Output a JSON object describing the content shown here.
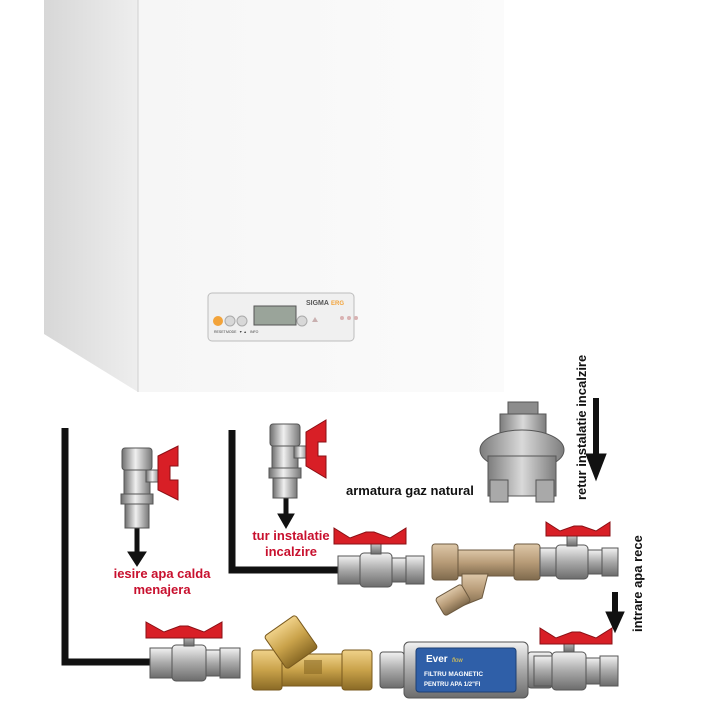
{
  "boiler": {
    "brand": "SIGMA",
    "brand_suffix": "ERG",
    "button_labels": [
      "RESET",
      "MODE",
      "▼ ▲",
      "INFO"
    ]
  },
  "labels": {
    "hot_water_out_line1": "iesire apa calda",
    "hot_water_out_line2": "menajera",
    "heating_flow_line1": "tur instalatie",
    "heating_flow_line2": "incalzire",
    "gas_fitting": "armatura gaz natural",
    "heating_return": "retur instalatie incalzire",
    "cold_water_in": "intrare apa rece"
  },
  "filter": {
    "brand": "Ever",
    "brand_sub": "flow",
    "line1": "FILTRU MAGNETIC",
    "line2": "PENTRU APA 1/2\"FI"
  },
  "colors": {
    "label_red": "#c8102e",
    "valve_handle": "#d81f26",
    "pipe": "#111111",
    "brass": "#c9a24a",
    "boiler_body": "#f4f4f4"
  }
}
